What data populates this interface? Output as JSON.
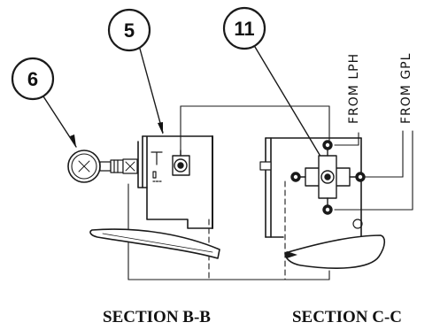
{
  "balloons": {
    "item_6": "6",
    "item_5": "5",
    "item_11": "11"
  },
  "flow_labels": {
    "from_lph": "FROM LPH",
    "from_gpl": "FROM GPL"
  },
  "captions": {
    "section_b": "SECTION B-B",
    "section_c": "SECTION C-C"
  }
}
